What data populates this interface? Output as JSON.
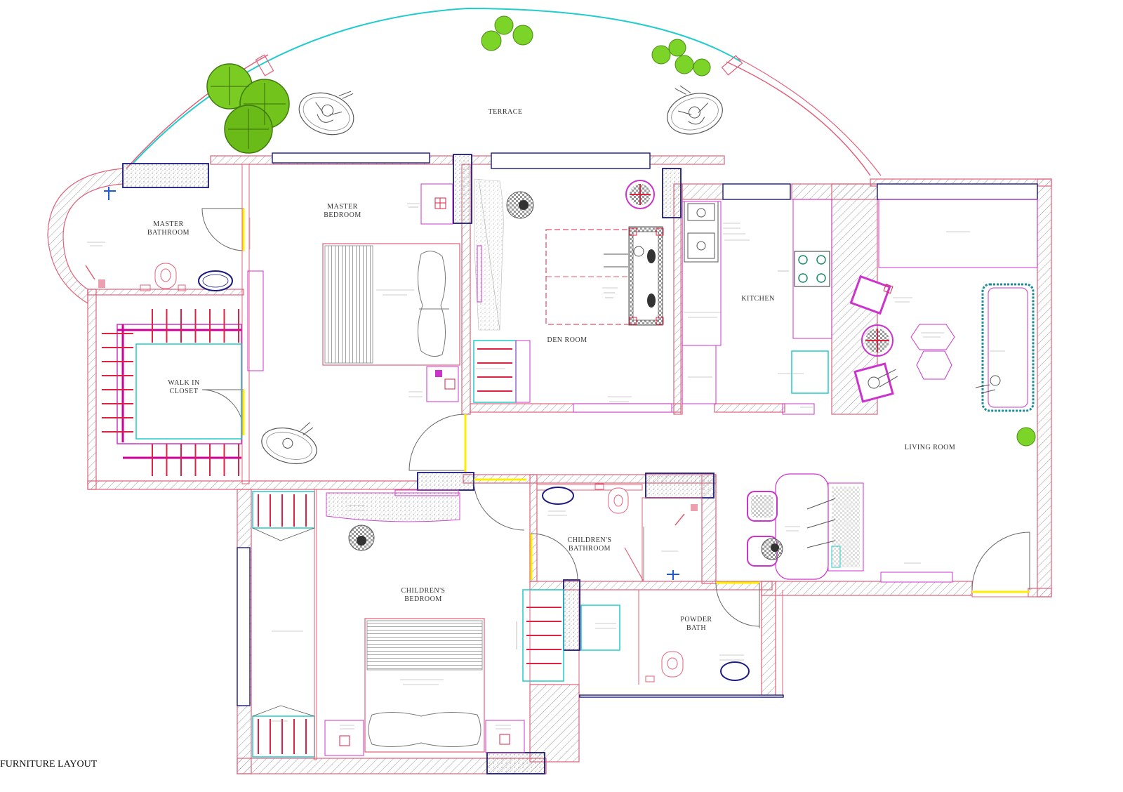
{
  "drawing": {
    "title": "FURNITURE LAYOUT"
  },
  "rooms": {
    "terrace": "TERRACE",
    "master_bathroom": [
      "MASTER",
      "BATHROOM"
    ],
    "master_bedroom": [
      "MASTER",
      "BEDROOM"
    ],
    "walk_in_closet": [
      "WALK IN",
      "CLOSET"
    ],
    "den_room": "DEN ROOM",
    "kitchen": "KITCHEN",
    "living_room": "LIVING ROOM",
    "childrens_bathroom": [
      "CHILDREN'S",
      "BATHROOM"
    ],
    "childrens_bedroom": [
      "CHILDREN'S",
      "BEDROOM"
    ],
    "powder_bath": [
      "POWDER",
      "BATH"
    ]
  },
  "colors": {
    "wall": "#e0607a",
    "hatch": "#9a9a9a",
    "window": "#1a1a80",
    "door": "#ffee00",
    "glass": "#22cccc",
    "furniture": "#cc33cc",
    "shelf": "#dd2244",
    "tree": "#6cc219",
    "note": "#888888"
  }
}
